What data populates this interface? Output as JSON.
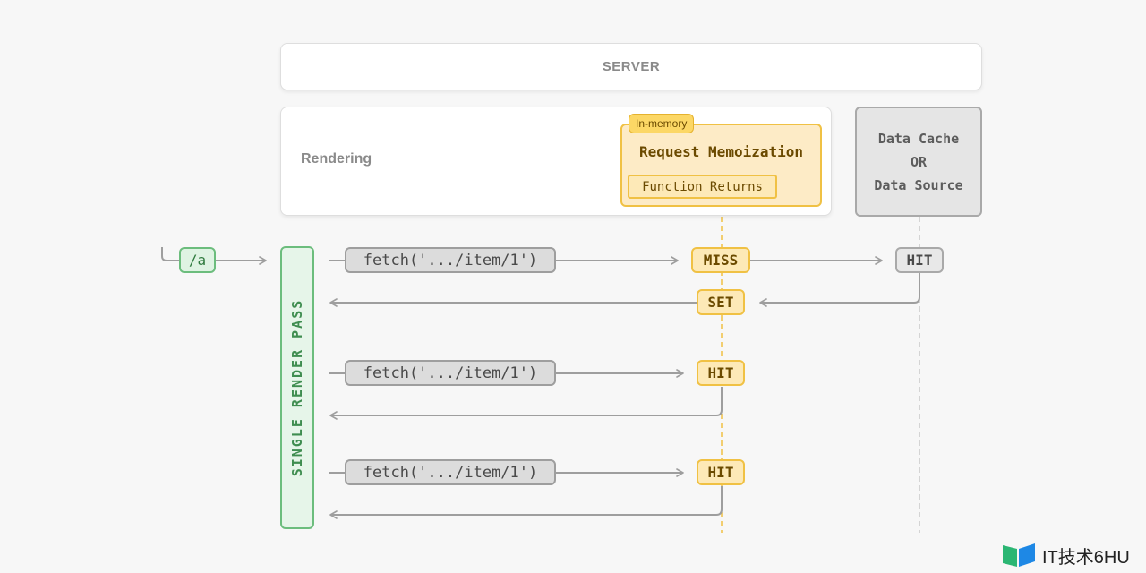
{
  "server": {
    "label": "SERVER"
  },
  "rendering": {
    "label": "Rendering"
  },
  "memoization": {
    "tag": "In-memory",
    "title": "Request Memoization",
    "sub": "Function Returns"
  },
  "data_cache": {
    "line1": "Data Cache",
    "line2": "OR",
    "line3": "Data Source"
  },
  "route": {
    "label": "/a"
  },
  "render_pass": {
    "label": "SINGLE RENDER PASS"
  },
  "requests": [
    {
      "fetch": "fetch('.../item/1')",
      "memo_status": "MISS",
      "data_status": "HIT",
      "memo_result": "SET"
    },
    {
      "fetch": "fetch('.../item/1')",
      "memo_status": "HIT"
    },
    {
      "fetch": "fetch('.../item/1')",
      "memo_status": "HIT"
    }
  ],
  "watermark": {
    "text": "IT技术6HU"
  },
  "colors": {
    "green_border": "#6cbd7d",
    "yellow_border": "#f0c144",
    "gray_border": "#a9a9a9",
    "arrow": "#9e9e9e"
  }
}
